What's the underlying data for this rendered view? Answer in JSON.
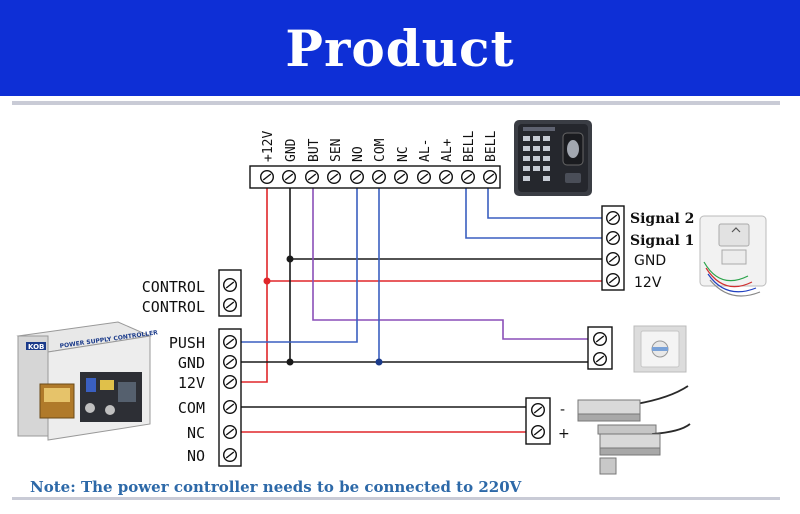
{
  "header": {
    "title": "Product"
  },
  "top_terminal": {
    "labels": [
      "+12V",
      "GND",
      "BUT",
      "SEN",
      "NO",
      "COM",
      "NC",
      "AL-",
      "AL+",
      "BELL",
      "BELL"
    ]
  },
  "control_terminal": {
    "labels": [
      "CONTROL",
      "CONTROL"
    ]
  },
  "power_terminal": {
    "labels": [
      "PUSH",
      "GND",
      "12V",
      "COM",
      "NC",
      "NO"
    ]
  },
  "doorbell_terminal": {
    "labels": [
      "Signal 2",
      "Signal 1",
      "GND",
      "12V"
    ]
  },
  "lock_terminal": {
    "labels": [
      "-",
      "+"
    ]
  },
  "power_supply": {
    "brand": "KOB",
    "panel_text": "POWER SUPPLY CONTROLLER"
  },
  "note": {
    "text": "Note: The power controller needs to be connected to 220V"
  },
  "colors": {
    "banner": "#0e2fd6",
    "red_wire": "#e0262a",
    "blue_wire": "#3a5fc0",
    "purple_wire": "#8a4fb8",
    "black_wire": "#1a1a1a",
    "note_text": "#2d69a8"
  }
}
